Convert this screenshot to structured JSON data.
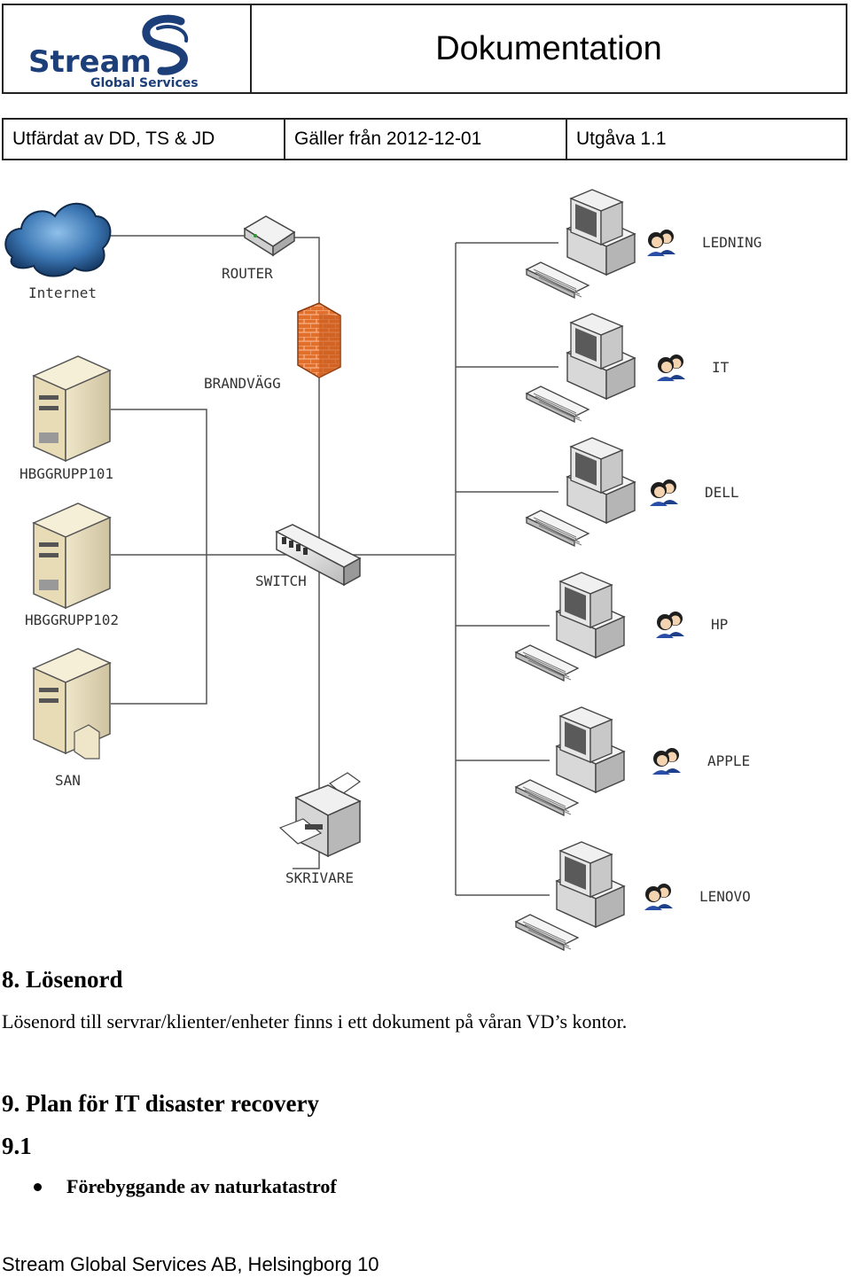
{
  "header": {
    "logo_main": "Stream",
    "logo_sub": "Global Services",
    "title": "Dokumentation",
    "issued_by": "Utfärdat av DD, TS & JD",
    "valid_from": "Gäller från 2012-12-01",
    "edition": "Utgåva 1.1"
  },
  "diagram": {
    "left_nodes": {
      "internet": "Internet",
      "router": "ROUTER",
      "firewall": "BRANDVÄGG",
      "server1": "HBGGRUPP101",
      "server2": "HBGGRUPP102",
      "san": "SAN",
      "switch": "SWITCH",
      "printer": "SKRIVARE"
    },
    "clients": [
      {
        "label": "LEDNING"
      },
      {
        "label": "IT"
      },
      {
        "label": "DELL"
      },
      {
        "label": "HP"
      },
      {
        "label": "APPLE"
      },
      {
        "label": "LENOVO"
      }
    ]
  },
  "section8": {
    "heading": "8. Lösenord",
    "text": "Lösenord till servrar/klienter/enheter finns i ett dokument på våran VD’s kontor."
  },
  "section9": {
    "heading": "9. Plan för IT disaster recovery",
    "sub": "9.1",
    "bullets": [
      "Förebyggande av naturkatastrof"
    ]
  },
  "footer": "Stream Global Services AB, Helsingborg 10"
}
